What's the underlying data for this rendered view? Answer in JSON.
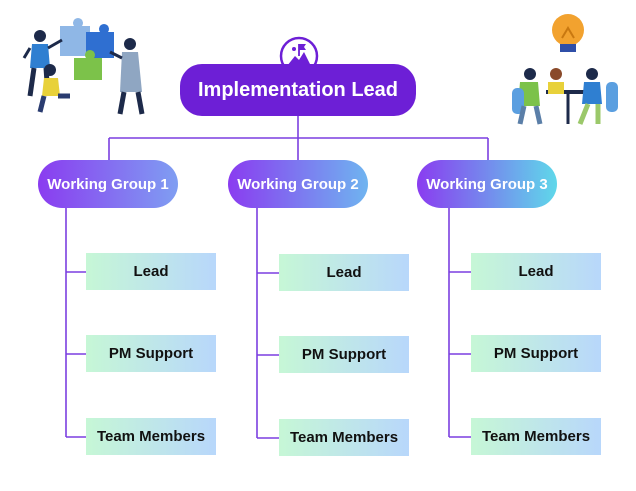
{
  "root": {
    "label": "Implementation Lead"
  },
  "groups": [
    {
      "label": "Working Group 1",
      "roles": [
        "Lead",
        "PM Support",
        "Team Members"
      ]
    },
    {
      "label": "Working Group 2",
      "roles": [
        "Lead",
        "PM Support",
        "Team Members"
      ]
    },
    {
      "label": "Working Group 3",
      "roles": [
        "Lead",
        "PM Support",
        "Team Members"
      ]
    }
  ],
  "colors": {
    "root": "#6d1fd6",
    "connector": "#7b3fe0",
    "group_start": "#8a3cf0",
    "role_start": "#c6f7d6",
    "role_end": "#b8d7fb"
  },
  "icons": {
    "root": "mountain-flag-logo-icon",
    "left_illustration": "team-puzzle-illustration",
    "right_illustration": "team-meeting-lightbulb-illustration"
  }
}
